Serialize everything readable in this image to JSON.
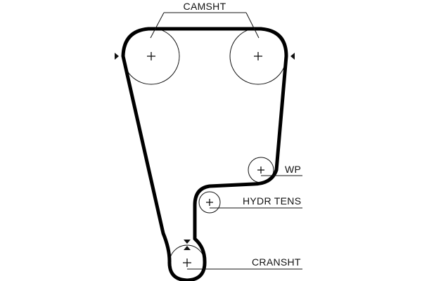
{
  "labels": {
    "camshaft": "CAMSHT",
    "water_pump": "WP",
    "hydraulic_tensioner": "HYDR TENS",
    "crankshaft": "CRANSHT"
  }
}
